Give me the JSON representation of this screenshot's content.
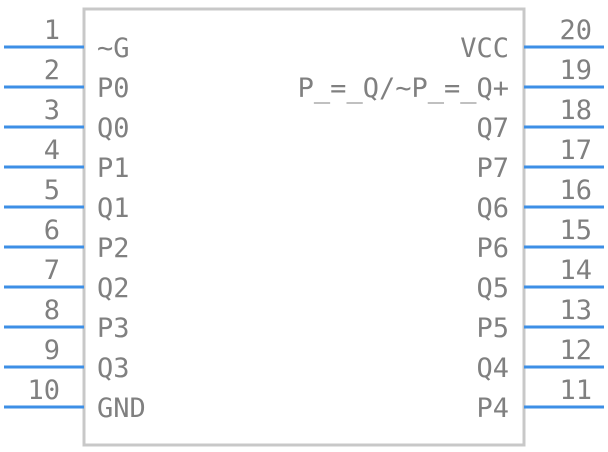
{
  "component": {
    "body_color": "#c8c8c8",
    "pin_color": "#3d8fe6",
    "text_color": "#808080",
    "left_pins": [
      {
        "number": "1",
        "label": "~G"
      },
      {
        "number": "2",
        "label": "P0"
      },
      {
        "number": "3",
        "label": "Q0"
      },
      {
        "number": "4",
        "label": "P1"
      },
      {
        "number": "5",
        "label": "Q1"
      },
      {
        "number": "6",
        "label": "P2"
      },
      {
        "number": "7",
        "label": "Q2"
      },
      {
        "number": "8",
        "label": "P3"
      },
      {
        "number": "9",
        "label": "Q3"
      },
      {
        "number": "10",
        "label": "GND"
      }
    ],
    "right_pins": [
      {
        "number": "20",
        "label": "VCC"
      },
      {
        "number": "19",
        "label": "P_=_Q/~P_=_Q+"
      },
      {
        "number": "18",
        "label": "Q7"
      },
      {
        "number": "17",
        "label": "P7"
      },
      {
        "number": "16",
        "label": "Q6"
      },
      {
        "number": "15",
        "label": "P6"
      },
      {
        "number": "14",
        "label": "Q5"
      },
      {
        "number": "13",
        "label": "P5"
      },
      {
        "number": "12",
        "label": "Q4"
      },
      {
        "number": "11",
        "label": "P4"
      }
    ]
  }
}
